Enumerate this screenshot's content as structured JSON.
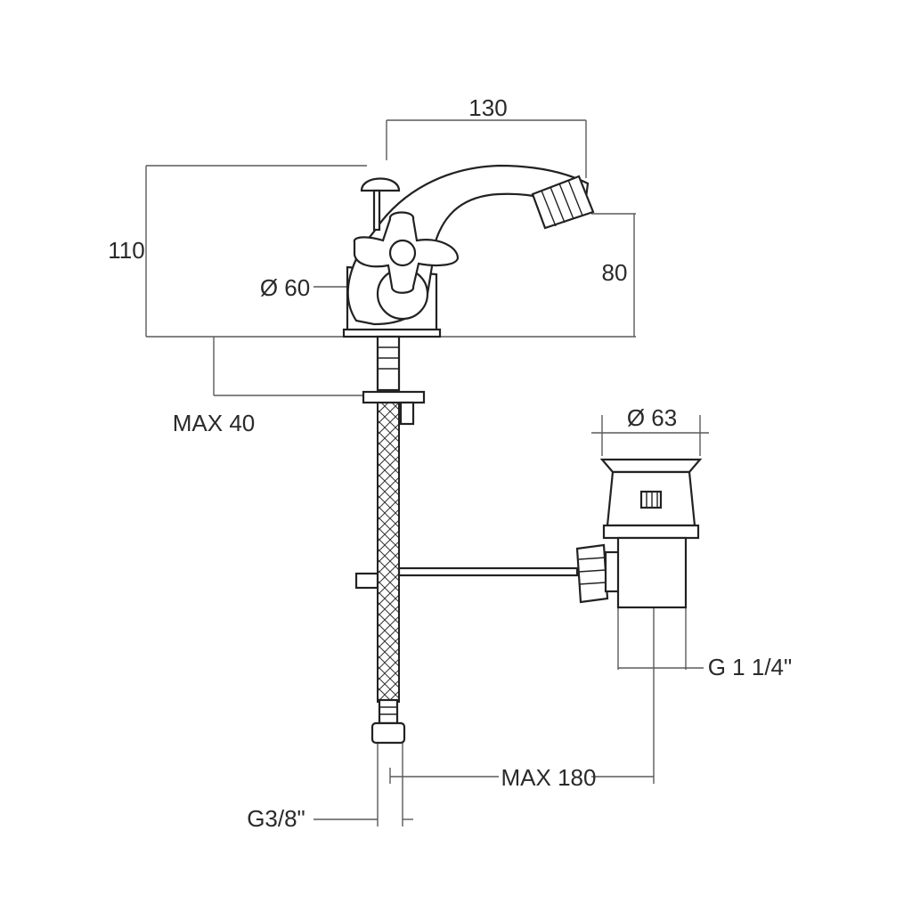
{
  "dimensions": {
    "width_spout": "130",
    "height_total": "110",
    "height_spout": "80",
    "diameter_base": "Ø 60",
    "max_deck": "MAX 40",
    "diameter_waste": "Ø 63",
    "waste_thread": "G 1 1/4\"",
    "max_distance": "MAX 180",
    "inlet_thread": "G3/8\""
  }
}
